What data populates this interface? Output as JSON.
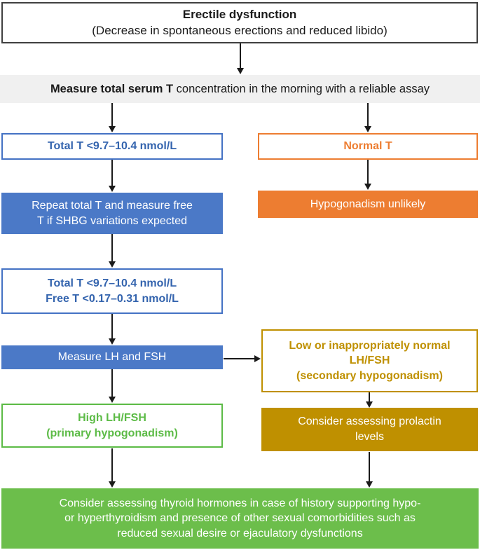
{
  "flowchart": {
    "title_box": {
      "line1": "Erectile dysfunction",
      "line2": "(Decrease in spontaneous erections and reduced libido)"
    },
    "measure_bar": {
      "bold": "Measure total serum T",
      "rest": " concentration in the morning with a reliable assay"
    },
    "low_total_t": {
      "text": "Total T <9.7–10.4 nmol/L"
    },
    "normal_t": {
      "text": "Normal T"
    },
    "repeat_t": {
      "line1": "Repeat total T and measure free",
      "line2": "T if SHBG variations expected"
    },
    "hypogonadism_unlikely": {
      "text": "Hypogonadism unlikely"
    },
    "low_total_free_t": {
      "line1": "Total T <9.7–10.4 nmol/L",
      "line2": "Free T <0.17–0.31 nmol/L"
    },
    "measure_lh_fsh": {
      "text": "Measure LH and FSH"
    },
    "secondary_hypogonadism": {
      "line1": "Low or inappropriately normal",
      "line2": "LH/FSH",
      "line3": "(secondary hypogonadism)"
    },
    "high_lh_fsh": {
      "line1": "High LH/FSH",
      "line2": "(primary hypogonadism)"
    },
    "prolactin": {
      "line1": "Consider assessing prolactin",
      "line2": "levels"
    },
    "thyroid": {
      "line1": "Consider assessing thyroid hormones in case of history supporting hypo-",
      "line2": "or hyperthyroidism and presence of other sexual comorbidities such as",
      "line3": "reduced sexual desire or ejaculatory dysfunctions"
    }
  },
  "colors": {
    "blue_fill": "#4B79C7",
    "blue_border": "#4472C4",
    "blue_text": "#3464AE",
    "orange": "#ED7D31",
    "gold": "#BF9000",
    "green_border": "#5CBB46",
    "green_fill": "#6CBE4B",
    "bar_background": "#F0F0F0",
    "top_box_border": "#404040",
    "arrow": "#1A1A1A"
  }
}
